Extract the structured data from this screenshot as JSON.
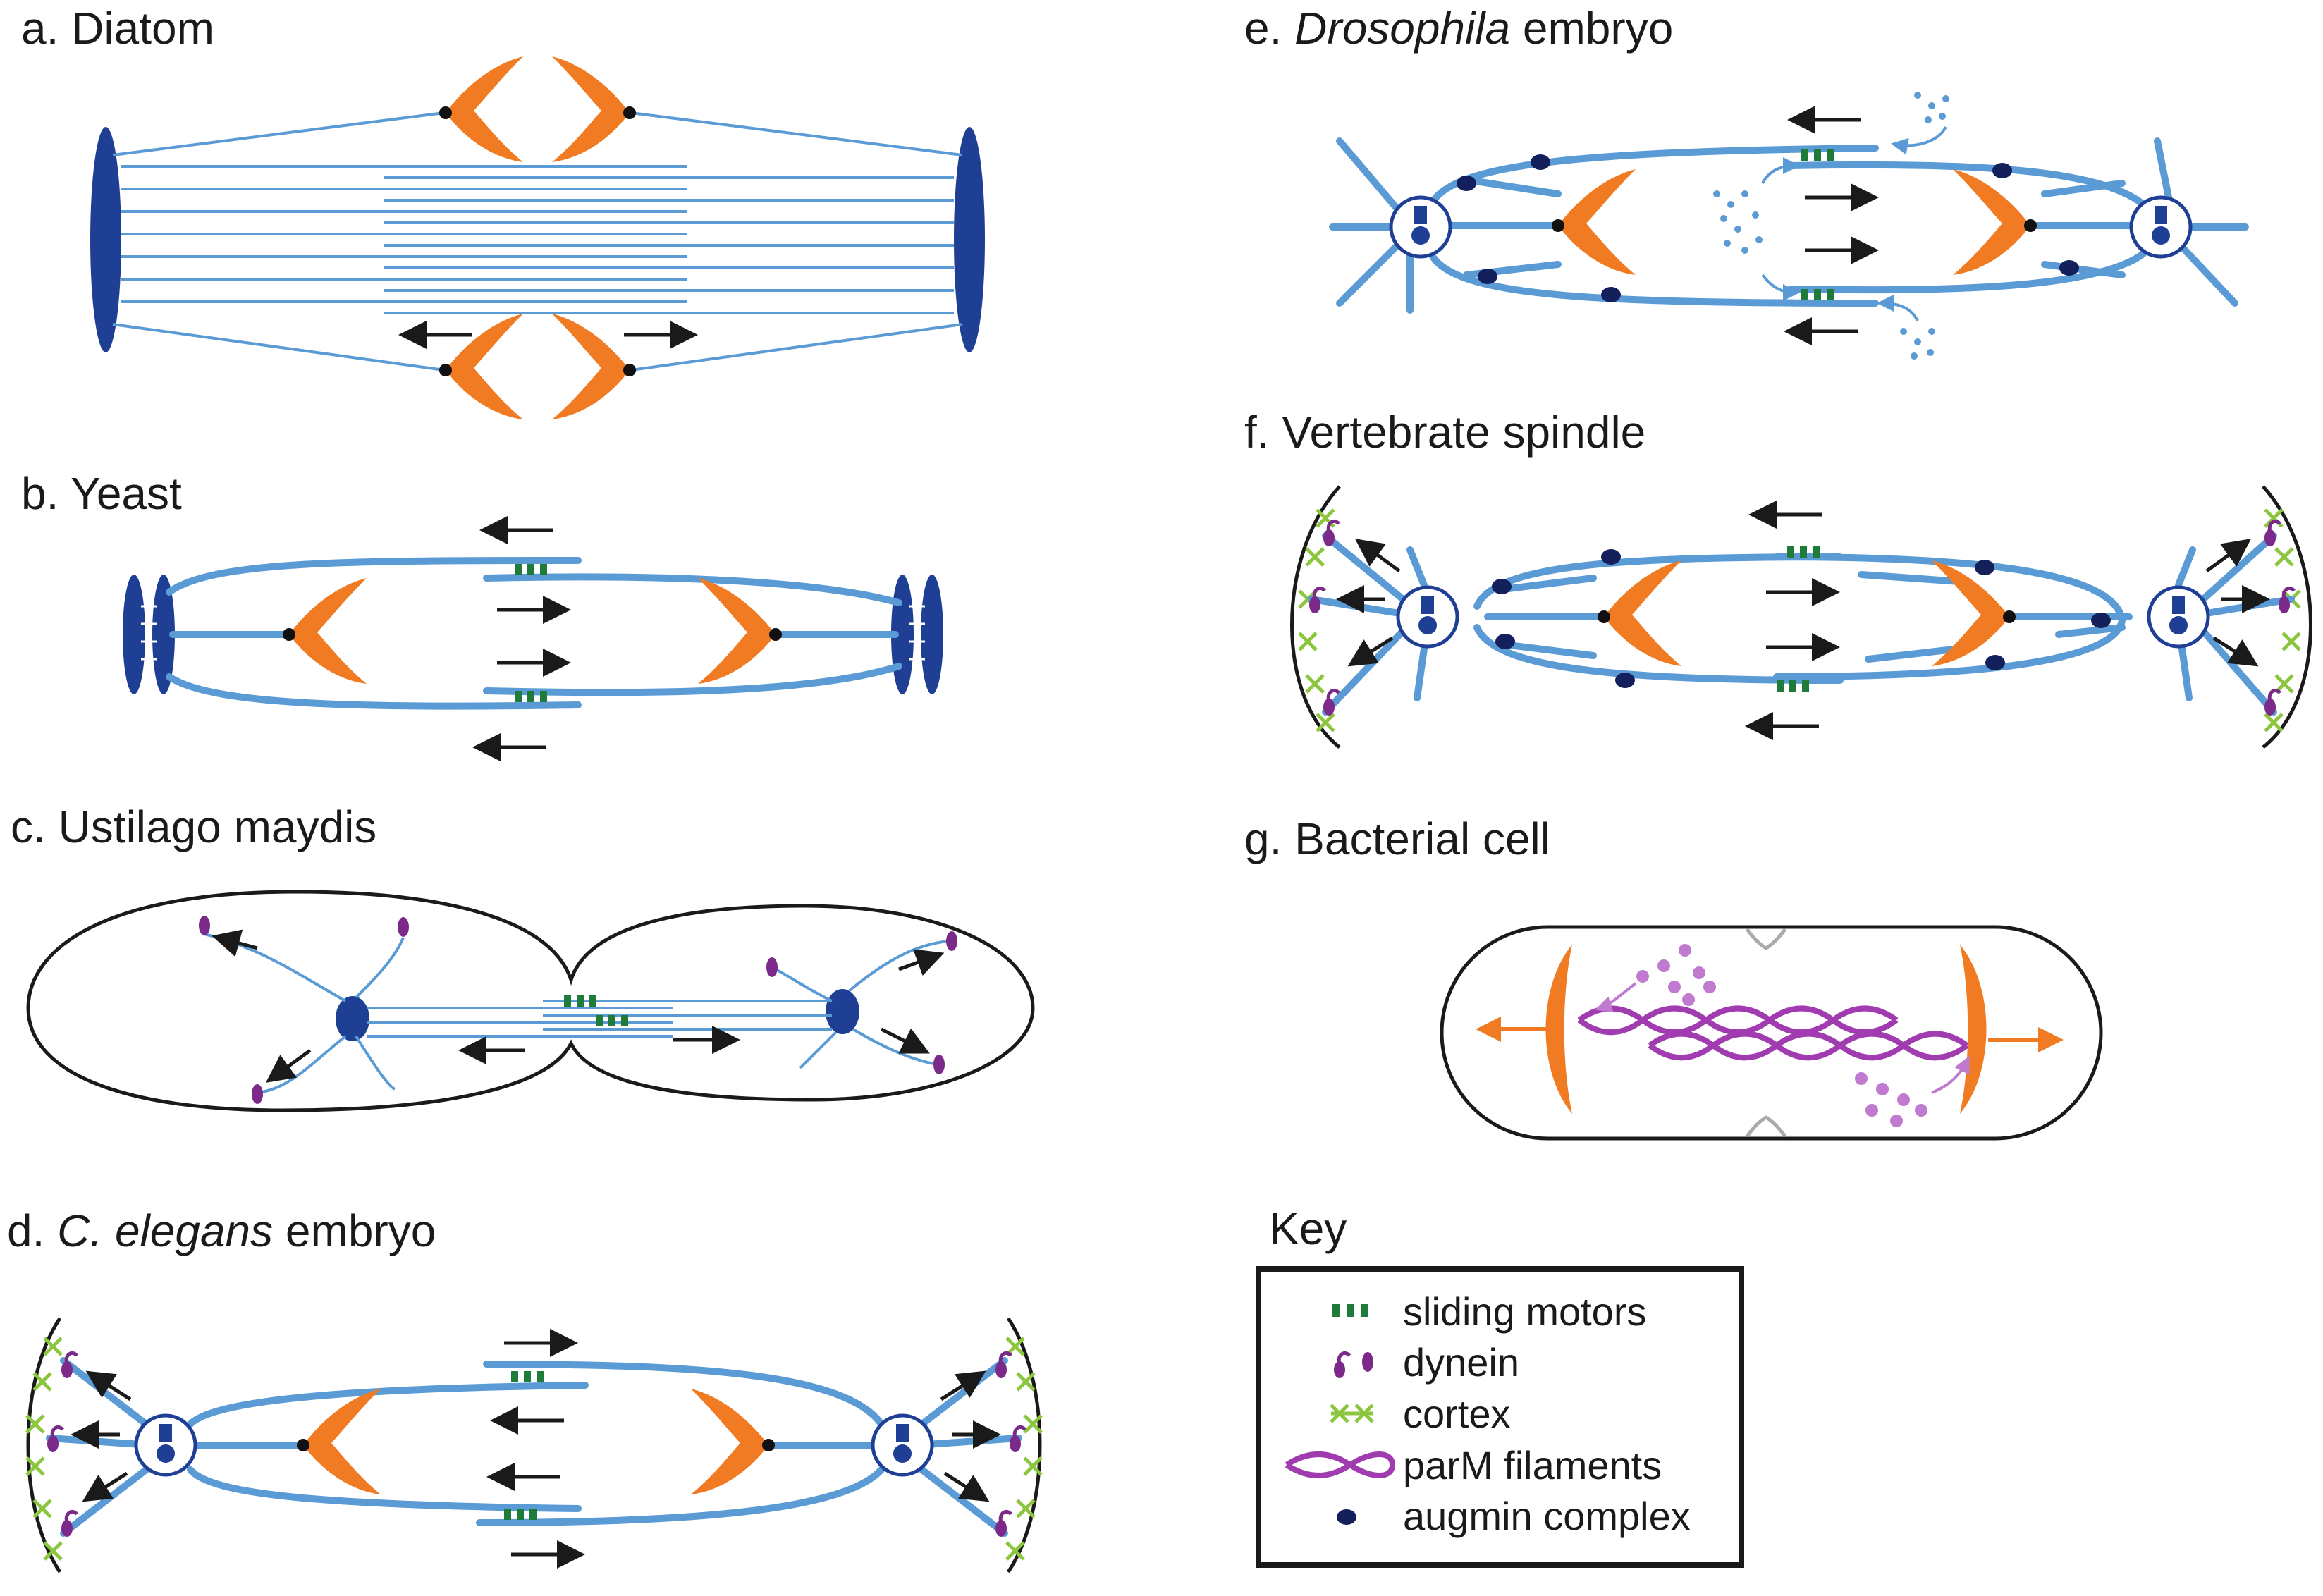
{
  "panels": {
    "a": {
      "prefix": "a. ",
      "title": "Diatom"
    },
    "b": {
      "prefix": "b. ",
      "title": "Yeast"
    },
    "c": {
      "prefix": "c. ",
      "title": "Ustilago maydis"
    },
    "d": {
      "prefix": "d. ",
      "italic": "C. elegans",
      "title": " embryo"
    },
    "e": {
      "prefix": "e. ",
      "italic": "Drosophila",
      "title": " embryo"
    },
    "f": {
      "prefix": "f. ",
      "title": "Vertebrate spindle"
    },
    "g": {
      "prefix": "g. ",
      "title": "Bacterial cell"
    }
  },
  "key": {
    "title": "Key",
    "items": [
      {
        "label": "sliding motors"
      },
      {
        "label": "dynein"
      },
      {
        "label": "cortex"
      },
      {
        "label": "parM filaments"
      },
      {
        "label": "augmin complex"
      }
    ]
  },
  "colors": {
    "microtubule": "#5b9bd5",
    "pole": "#1f3f95",
    "chromosome": "#f07b22",
    "sliding_motor": "#1e7b3a",
    "dynein": "#7b2a8a",
    "cortex": "#8cc63f",
    "parM": "#a03cb0",
    "augmin": "#13205c"
  }
}
